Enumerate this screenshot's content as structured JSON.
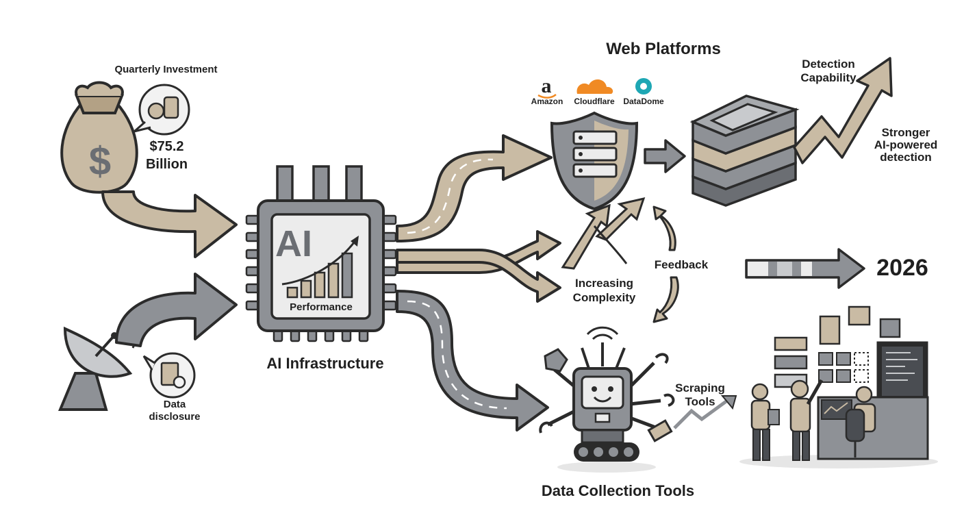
{
  "investment": {
    "title": "Quarterly Investment",
    "amount": "$75.2",
    "unit": "Billion",
    "icon": "money-bag-icon"
  },
  "disclosure": {
    "label_line1": "Data",
    "label_line2": "disclosure",
    "icon": "satellite-dish-icon"
  },
  "chip": {
    "big_text": "AI",
    "inner_label": "Performance",
    "caption": "AI Infrastructure",
    "icon": "ai-chip-icon"
  },
  "web": {
    "title": "Web Platforms",
    "brands": [
      {
        "name": "Amazon",
        "glyph": "a",
        "color": "#222222"
      },
      {
        "name": "Cloudflare",
        "glyph": "",
        "color": "#f08a24"
      },
      {
        "name": "DataDome",
        "glyph": "",
        "color": "#1ea7b4"
      }
    ],
    "icon": "shield-server-icon"
  },
  "detection": {
    "title_line1": "Detection",
    "title_line2": "Capability",
    "desc_line1": "Stronger",
    "desc_line2": "AI-powered",
    "desc_line3": "detection",
    "icon": "layered-blocks-icon"
  },
  "complexity": {
    "line1": "Increasing",
    "line2": "Complexity",
    "icon": "rising-arrows-icon"
  },
  "feedback": {
    "label": "Feedback"
  },
  "year": {
    "label": "2026"
  },
  "robot": {
    "caption": "Data Collection Tools",
    "tools_line1": "Scraping",
    "tools_line2": "Tools",
    "icon": "robot-icon"
  },
  "colors": {
    "tan": "#c9bba4",
    "tan_dark": "#b3a185",
    "gray": "#8e9196",
    "gray_dark": "#6b6e73",
    "outline": "#2b2b2b"
  }
}
